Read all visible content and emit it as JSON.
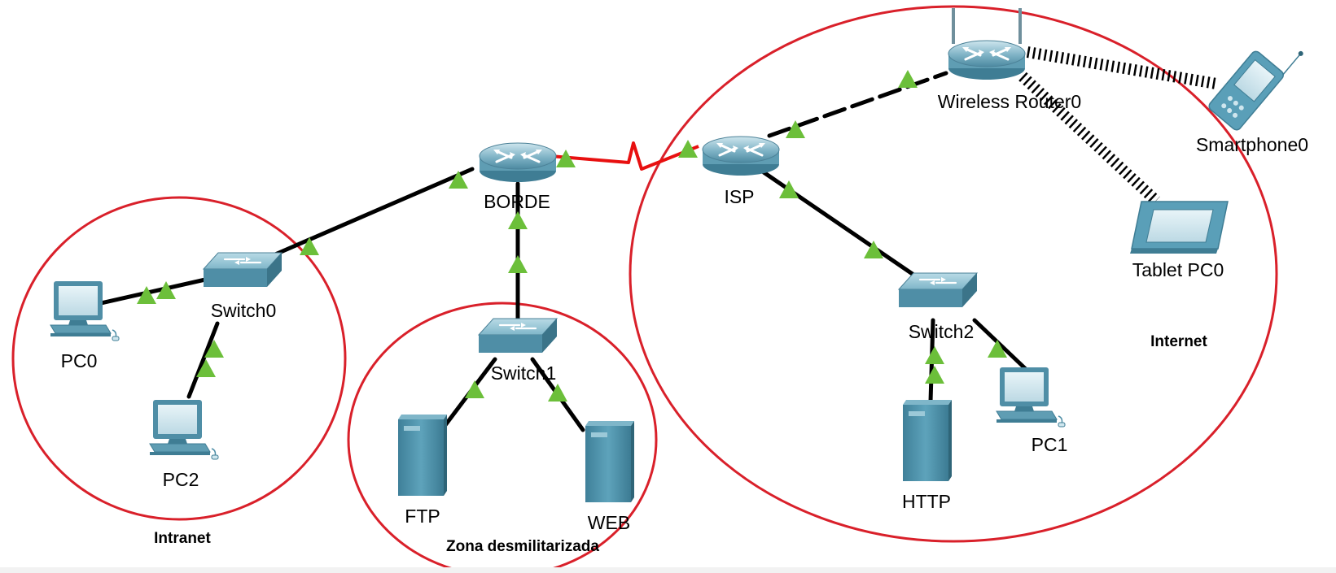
{
  "colors": {
    "zone_outline": "#d9202a",
    "cable": "#000000",
    "serial_link": "#e81010",
    "link_up": "#6cbf3a",
    "device": "#5a9fb8"
  },
  "zones": {
    "intranet": "Intranet",
    "dmz": "Zona desmilitarizada",
    "internet": "Internet"
  },
  "devices": {
    "borde": {
      "label": "BORDE",
      "icon": "router-icon"
    },
    "isp": {
      "label": "ISP",
      "icon": "router-icon"
    },
    "wireless_router": {
      "label": "Wireless Router0",
      "icon": "wireless-router-icon"
    },
    "smartphone": {
      "label": "Smartphone0",
      "icon": "smartphone-icon"
    },
    "tablet": {
      "label": "Tablet PC0",
      "icon": "tablet-icon"
    },
    "switch0": {
      "label": "Switch0",
      "icon": "switch-icon"
    },
    "switch1": {
      "label": "Switch1",
      "icon": "switch-icon"
    },
    "switch2": {
      "label": "Switch2",
      "icon": "switch-icon"
    },
    "pc0": {
      "label": "PC0",
      "icon": "pc-icon"
    },
    "pc1": {
      "label": "PC1",
      "icon": "pc-icon"
    },
    "pc2": {
      "label": "PC2",
      "icon": "pc-icon"
    },
    "ftp": {
      "label": "FTP",
      "icon": "server-icon"
    },
    "web": {
      "label": "WEB",
      "icon": "server-icon"
    },
    "http": {
      "label": "HTTP",
      "icon": "server-icon"
    }
  }
}
